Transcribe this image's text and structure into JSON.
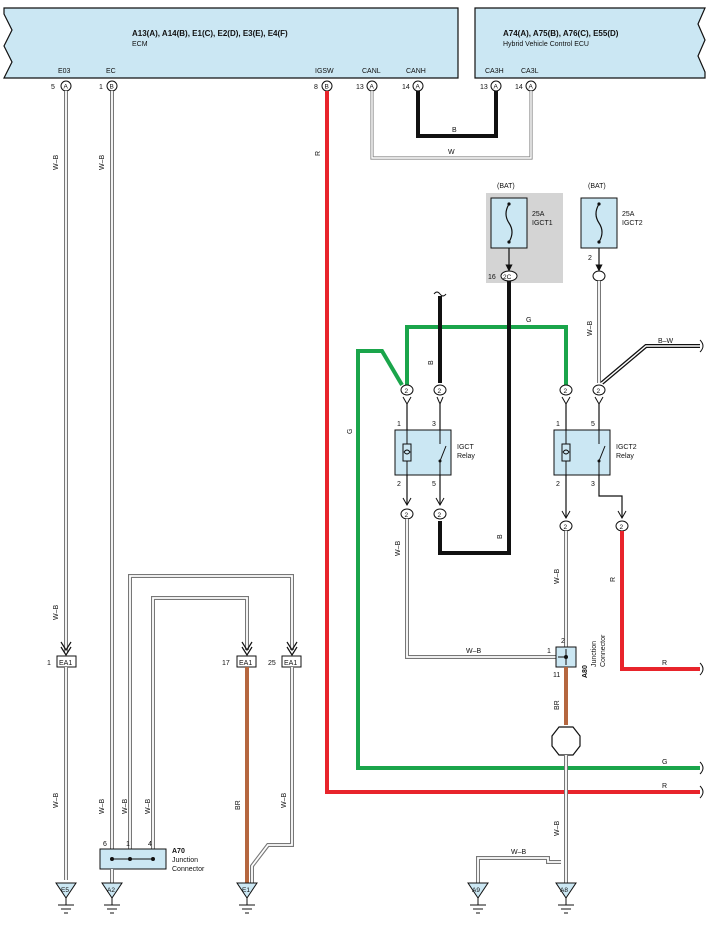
{
  "ecm": {
    "title": "A13(A), A14(B), E1(C), E2(D), E3(E), E4(F)",
    "name": "ECM",
    "pins": [
      {
        "num": "5",
        "conn": "A",
        "signal": "E03"
      },
      {
        "num": "1",
        "conn": "B",
        "signal": "EC"
      },
      {
        "num": "8",
        "conn": "B",
        "signal": "IGSW"
      },
      {
        "num": "13",
        "conn": "A",
        "signal": "CANL"
      },
      {
        "num": "14",
        "conn": "A",
        "signal": "CANH"
      }
    ]
  },
  "hv_ecu": {
    "title": "A74(A), A75(B), A76(C), E55(D)",
    "name": "Hybrid Vehicle Control ECU",
    "pins": [
      {
        "num": "13",
        "conn": "A",
        "signal": "CA3H"
      },
      {
        "num": "14",
        "conn": "A",
        "signal": "CA3L"
      }
    ]
  },
  "wire_colors": {
    "wb": "W–B",
    "w": "W",
    "b": "B",
    "r": "R",
    "g": "G",
    "br": "BR",
    "bw": "B–W"
  },
  "fuses": {
    "igct1": {
      "source": "(BAT)",
      "rating": "25A",
      "name": "IGCT1",
      "pin": "16",
      "conn": "2C"
    },
    "igct2": {
      "source": "(BAT)",
      "rating": "25A",
      "name": "IGCT2",
      "pin": "2"
    }
  },
  "relays": {
    "igct": {
      "name1": "IGCT",
      "name2": "Relay",
      "pins": [
        "1",
        "3",
        "2",
        "5"
      ],
      "conn": "2"
    },
    "igct2": {
      "name1": "IGCT2",
      "name2": "Relay",
      "pins": [
        "1",
        "5",
        "2",
        "3"
      ],
      "conn": "2"
    }
  },
  "ea1": {
    "name": "EA1",
    "pins": [
      "1",
      "17",
      "25"
    ]
  },
  "a70": {
    "name": "A70",
    "desc1": "Junction",
    "desc2": "Connector",
    "pins": [
      "6",
      "1",
      "4"
    ]
  },
  "a80": {
    "name": "A80",
    "desc1": "Junction",
    "desc2": "Connector",
    "pins": [
      "2",
      "1",
      "11"
    ]
  },
  "grounds": [
    "E5",
    "A2",
    "E1",
    "A9",
    "A8"
  ],
  "colors": {
    "box_fill": "#cbe7f3",
    "red": "#e8242b",
    "green": "#1aa54b",
    "brown": "#b5673f",
    "black": "#111111",
    "grey_panel": "#d4d4d4"
  }
}
